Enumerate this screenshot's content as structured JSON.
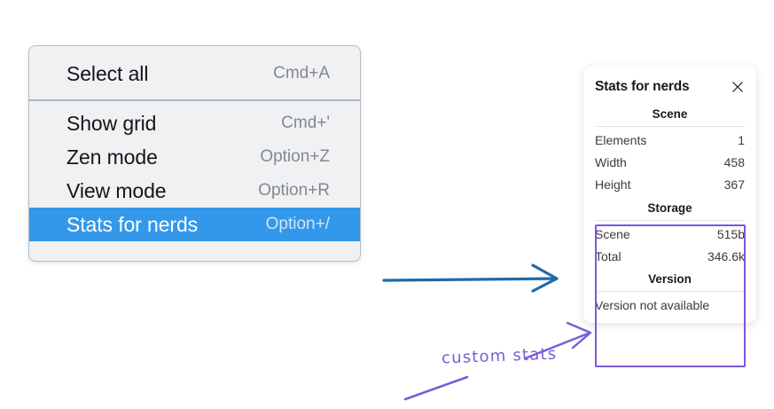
{
  "context_menu": {
    "sections": [
      {
        "items": [
          {
            "label": "Select all",
            "shortcut": "Cmd+A",
            "highlighted": false
          }
        ]
      },
      {
        "items": [
          {
            "label": "Show grid",
            "shortcut": "Cmd+'",
            "highlighted": false
          },
          {
            "label": "Zen mode",
            "shortcut": "Option+Z",
            "highlighted": false
          },
          {
            "label": "View mode",
            "shortcut": "Option+R",
            "highlighted": false
          },
          {
            "label": "Stats for nerds",
            "shortcut": "Option+/",
            "highlighted": true
          }
        ]
      }
    ],
    "highlight_color": "#3498ea",
    "background_color": "#f0f1f3"
  },
  "stats_panel": {
    "title": "Stats for nerds",
    "close_icon": "close-icon",
    "sections": [
      {
        "title": "Scene",
        "rows": [
          {
            "key": "Elements",
            "value": "1"
          },
          {
            "key": "Width",
            "value": "458"
          },
          {
            "key": "Height",
            "value": "367"
          }
        ]
      },
      {
        "title": "Storage",
        "rows": [
          {
            "key": "Scene",
            "value": "515b"
          },
          {
            "key": "Total",
            "value": "346.6k"
          }
        ]
      },
      {
        "title": "Version",
        "full_rows": [
          "Version not available"
        ]
      }
    ]
  },
  "annotations": {
    "handwriting_label": "custom stats",
    "handwriting_color": "#7b5cd6",
    "highlight_box_color": "#7f56d9",
    "blue_arrow_color": "#1f6aab"
  }
}
